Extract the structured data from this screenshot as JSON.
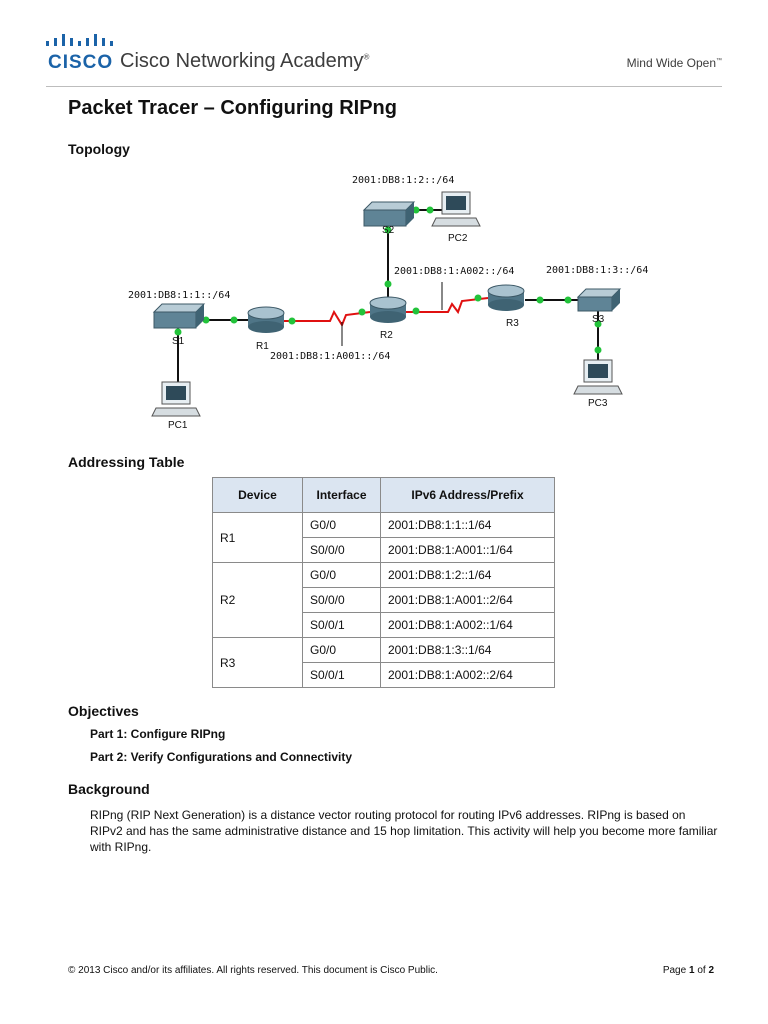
{
  "header": {
    "logo": "CISCO",
    "academy": "Cisco Networking Academy",
    "academy_mark": "®",
    "tagline": "Mind Wide Open",
    "tagline_mark": "™"
  },
  "title": "Packet Tracer – Configuring RIPng",
  "topology": {
    "heading": "Topology",
    "labels": {
      "net_s2": "2001:DB8:1:2::/64",
      "net_s1": "2001:DB8:1:1::/64",
      "net_s3": "2001:DB8:1:3::/64",
      "net_a001": "2001:DB8:1:A001::/64",
      "net_a002": "2001:DB8:1:A002::/64"
    },
    "devices": {
      "s1": "S1",
      "s2": "S2",
      "s3": "S3",
      "r1": "R1",
      "r2": "R2",
      "r3": "R3",
      "pc1": "PC1",
      "pc2": "PC2",
      "pc3": "PC3"
    }
  },
  "addressing": {
    "heading": "Addressing Table",
    "columns": [
      "Device",
      "Interface",
      "IPv6 Address/Prefix"
    ],
    "rows": [
      {
        "device": "R1",
        "interfaces": [
          [
            "G0/0",
            "2001:DB8:1:1::1/64"
          ],
          [
            "S0/0/0",
            "2001:DB8:1:A001::1/64"
          ]
        ]
      },
      {
        "device": "R2",
        "interfaces": [
          [
            "G0/0",
            "2001:DB8:1:2::1/64"
          ],
          [
            "S0/0/0",
            "2001:DB8:1:A001::2/64"
          ],
          [
            "S0/0/1",
            "2001:DB8:1:A002::1/64"
          ]
        ]
      },
      {
        "device": "R3",
        "interfaces": [
          [
            "G0/0",
            "2001:DB8:1:3::1/64"
          ],
          [
            "S0/0/1",
            "2001:DB8:1:A002::2/64"
          ]
        ]
      }
    ]
  },
  "objectives": {
    "heading": "Objectives",
    "part1": "Part 1: Configure RIPng",
    "part2": "Part 2: Verify Configurations and Connectivity"
  },
  "background": {
    "heading": "Background",
    "text": "RIPng (RIP Next Generation) is a distance vector routing protocol for routing IPv6 addresses. RIPng is based on RIPv2 and has the same administrative distance and 15 hop limitation. This activity will help you become more familiar with RIPng."
  },
  "footer": {
    "copyright": "© 2013 Cisco and/or its affiliates. All rights reserved. This document is Cisco Public.",
    "page_word": "Page",
    "page_num": "1",
    "page_of": "of",
    "page_total": "2"
  },
  "colors": {
    "cisco_blue": "#1b63a8",
    "serial_link": "#e01010",
    "port_led": "#22c33a",
    "table_header": "#dbe5f1"
  }
}
